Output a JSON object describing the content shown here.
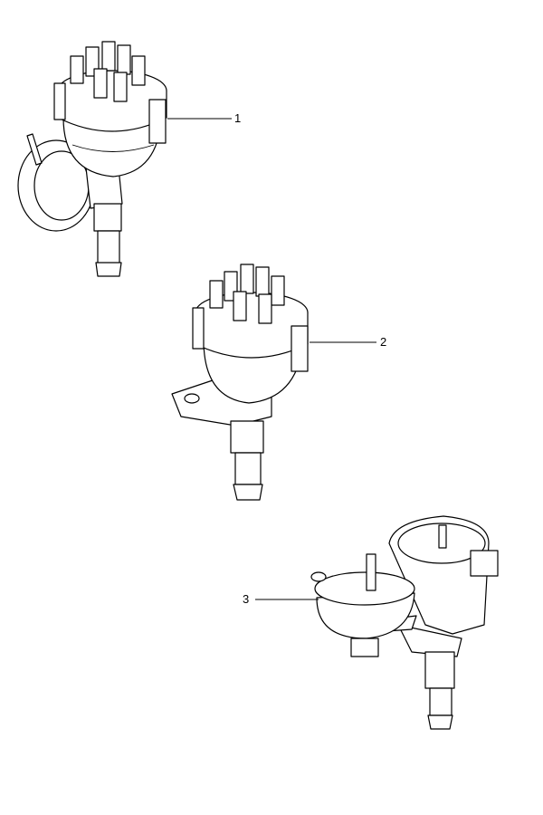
{
  "diagram": {
    "callouts": [
      {
        "label": "1",
        "part": "distributor-with-vacuum-unit"
      },
      {
        "label": "2",
        "part": "distributor"
      },
      {
        "label": "3",
        "part": "distributor-housing"
      }
    ]
  }
}
